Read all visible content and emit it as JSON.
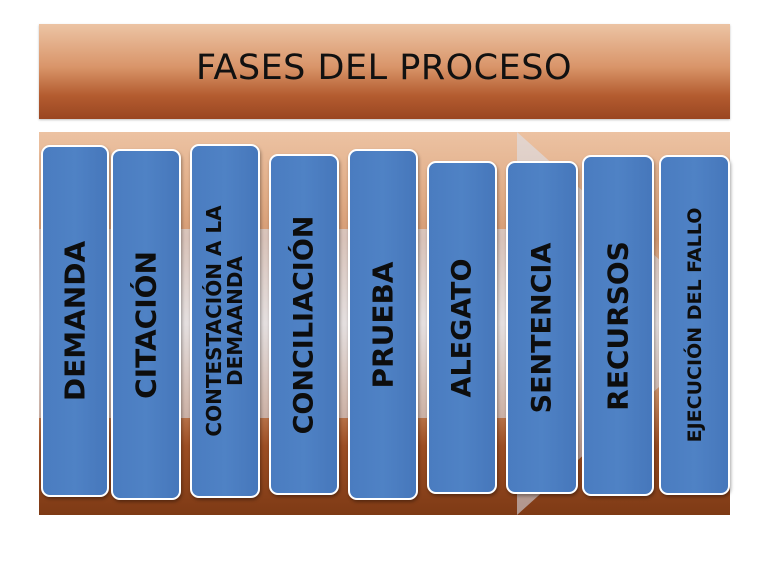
{
  "title": "FASES DEL PROCESO",
  "steps": [
    {
      "label": "DEMANDA"
    },
    {
      "label": "CITACIÓN"
    },
    {
      "label": "CONTESTACIÓN A LA",
      "label_line2": "DEMAANDA"
    },
    {
      "label": "CONCILIACIÓN"
    },
    {
      "label": "PRUEBA"
    },
    {
      "label": "ALEGATO"
    },
    {
      "label": "SENTENCIA"
    },
    {
      "label": "RECURSOS"
    },
    {
      "label": "EJECUCIÓN DEL FALLO"
    }
  ],
  "colors": {
    "box_fill": "#4f82c5",
    "box_border": "#ffffff",
    "title_band_top": "#ecc4a4",
    "title_band_bottom": "#9a4621",
    "arrow_fill": "#dbe4f2"
  }
}
